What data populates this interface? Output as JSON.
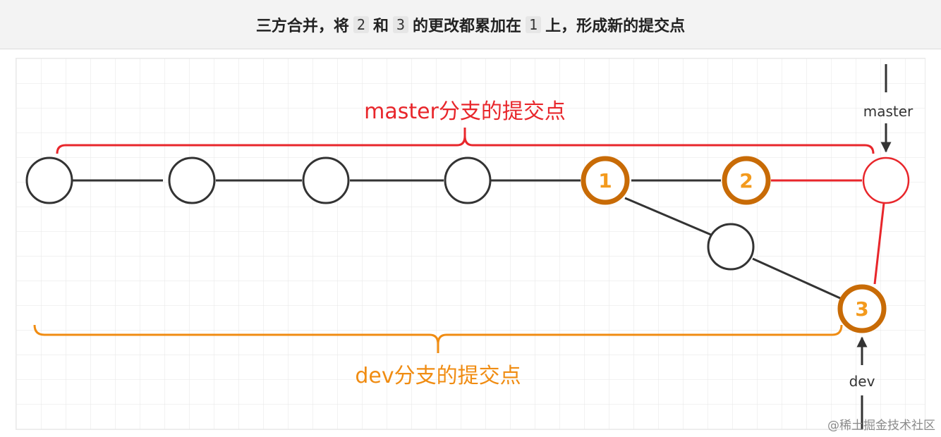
{
  "header": {
    "part1": "三方合并，将",
    "chip1": "2",
    "part2": "和",
    "chip2": "3",
    "part3": "的更改都累加在",
    "chip3": "1",
    "part4": "上，形成新的提交点"
  },
  "diagram": {
    "master_bracket_label": "master分支的提交点",
    "dev_bracket_label": "dev分支的提交点",
    "master_pointer_label": "master",
    "dev_pointer_label": "dev",
    "commit_labels": [
      "1",
      "2",
      "3"
    ],
    "colors": {
      "red": "#e8262b",
      "orange": "#f08c12",
      "commit_ring": "#c86b06",
      "commit_text": "#f39a1d",
      "line": "#333333",
      "grid": "#e6e6e6"
    }
  },
  "watermark": "@稀土掘金技术社区"
}
